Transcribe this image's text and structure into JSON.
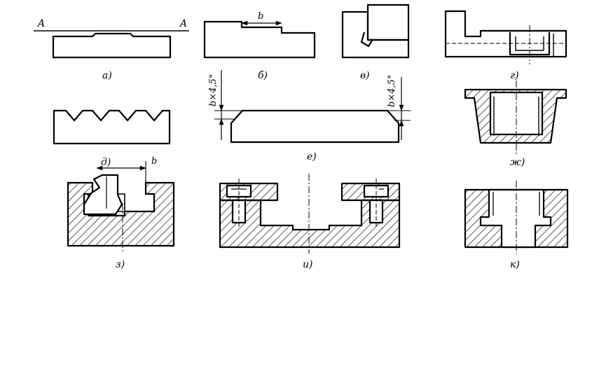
{
  "figure": {
    "panels": [
      {
        "id": "a",
        "caption": "а)",
        "labels": [
          "A",
          "A"
        ]
      },
      {
        "id": "b",
        "caption": "б)",
        "labels": [
          "b"
        ]
      },
      {
        "id": "v",
        "caption": "в)"
      },
      {
        "id": "g",
        "caption": "г)"
      },
      {
        "id": "d",
        "caption": "д)"
      },
      {
        "id": "e",
        "caption": "е)",
        "labels": [
          "b×4,5°",
          "b×4,5°"
        ]
      },
      {
        "id": "zh",
        "caption": "ж)"
      },
      {
        "id": "z",
        "caption": "з)",
        "labels": [
          "b"
        ]
      },
      {
        "id": "i",
        "caption": "и)"
      },
      {
        "id": "k",
        "caption": "к)"
      }
    ]
  },
  "colors": {
    "line": "#000000",
    "background": "#ffffff"
  }
}
